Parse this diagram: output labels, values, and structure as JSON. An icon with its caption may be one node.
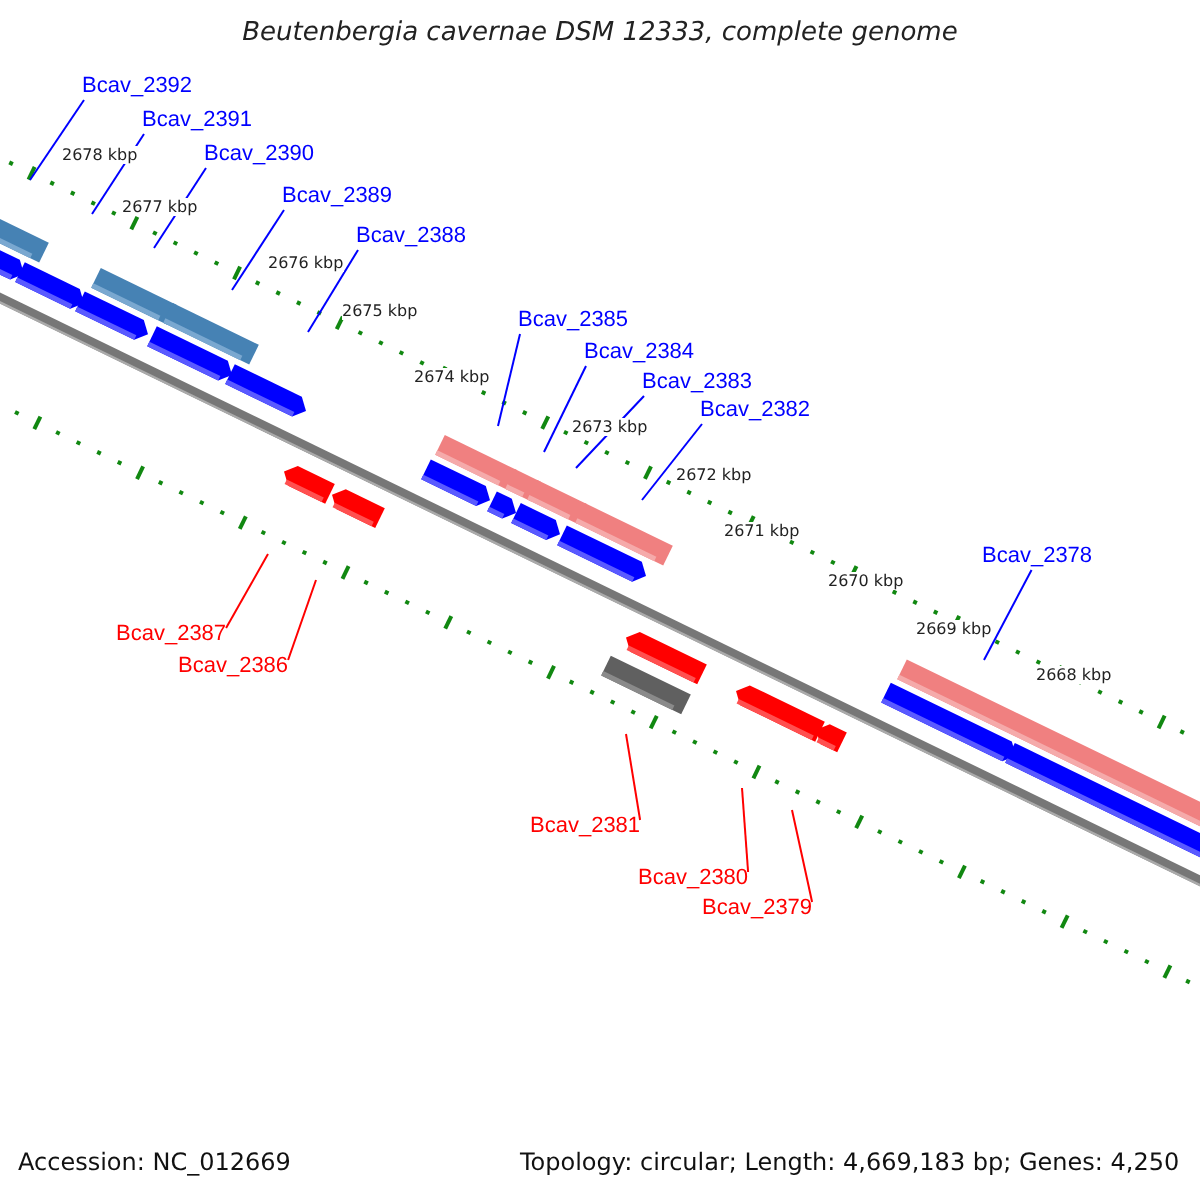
{
  "diagram": {
    "title": "Beutenbergia cavernae DSM 12333, complete genome",
    "nodes": [
      {
        "text": [
          "Bcav_2392"
        ]
      },
      {
        "text": [
          "Bcav_2391"
        ]
      },
      {
        "text": [
          "Bcav_2390"
        ]
      },
      {
        "text": [
          "Bcav_2389"
        ]
      },
      {
        "text": [
          "Bcav_2388"
        ]
      },
      {
        "text": [
          "Bcav_2385"
        ]
      },
      {
        "text": [
          "Bcav_2384"
        ]
      },
      {
        "text": [
          "Bcav_2383"
        ]
      },
      {
        "text": [
          "Bcav_2382"
        ]
      },
      {
        "text": [
          "Bcav_2378"
        ]
      },
      {
        "text": [
          "Bcav_2387"
        ]
      },
      {
        "text": [
          "Bcav_2386"
        ]
      },
      {
        "text": [
          "Bcav_2381"
        ]
      },
      {
        "text": [
          "Bcav_2380"
        ]
      },
      {
        "text": [
          "Bcav_2379"
        ]
      }
    ],
    "edges": [
      {
        "from": 0,
        "to": null,
        "arrow": "none"
      },
      {
        "from": 1,
        "to": null,
        "arrow": "none"
      },
      {
        "from": 2,
        "to": null,
        "arrow": "none"
      },
      {
        "from": 3,
        "to": null,
        "arrow": "none"
      },
      {
        "from": 4,
        "to": null,
        "arrow": "none"
      },
      {
        "from": 5,
        "to": null,
        "arrow": "none"
      },
      {
        "from": 6,
        "to": null,
        "arrow": "none"
      },
      {
        "from": 7,
        "to": null,
        "arrow": "none"
      },
      {
        "from": 8,
        "to": null,
        "arrow": "none"
      },
      {
        "from": 9,
        "to": null,
        "arrow": "none"
      },
      {
        "from": 10,
        "to": null,
        "arrow": "none",
        "color": "#ff0000"
      },
      {
        "from": 11,
        "to": null,
        "arrow": "none",
        "color": "#ff0000"
      },
      {
        "from": 12,
        "to": null,
        "arrow": "none",
        "color": "#ff0000"
      },
      {
        "from": 13,
        "to": null,
        "arrow": "none",
        "color": "#ff0000"
      },
      {
        "from": 14,
        "to": null,
        "arrow": "none",
        "color": "#ff0000"
      }
    ],
    "labels": [
      "2678 kbp",
      "2677 kbp",
      "2676 kbp",
      "2675 kbp",
      "2674 kbp",
      "2673 kbp",
      "2672 kbp",
      "2671 kbp",
      "2670 kbp",
      "2669 kbp",
      "2668 kbp",
      "Accession: NC_012669",
      "Topology: circular; Length: 4,669,183 bp; Genes: 4,250"
    ]
  }
}
